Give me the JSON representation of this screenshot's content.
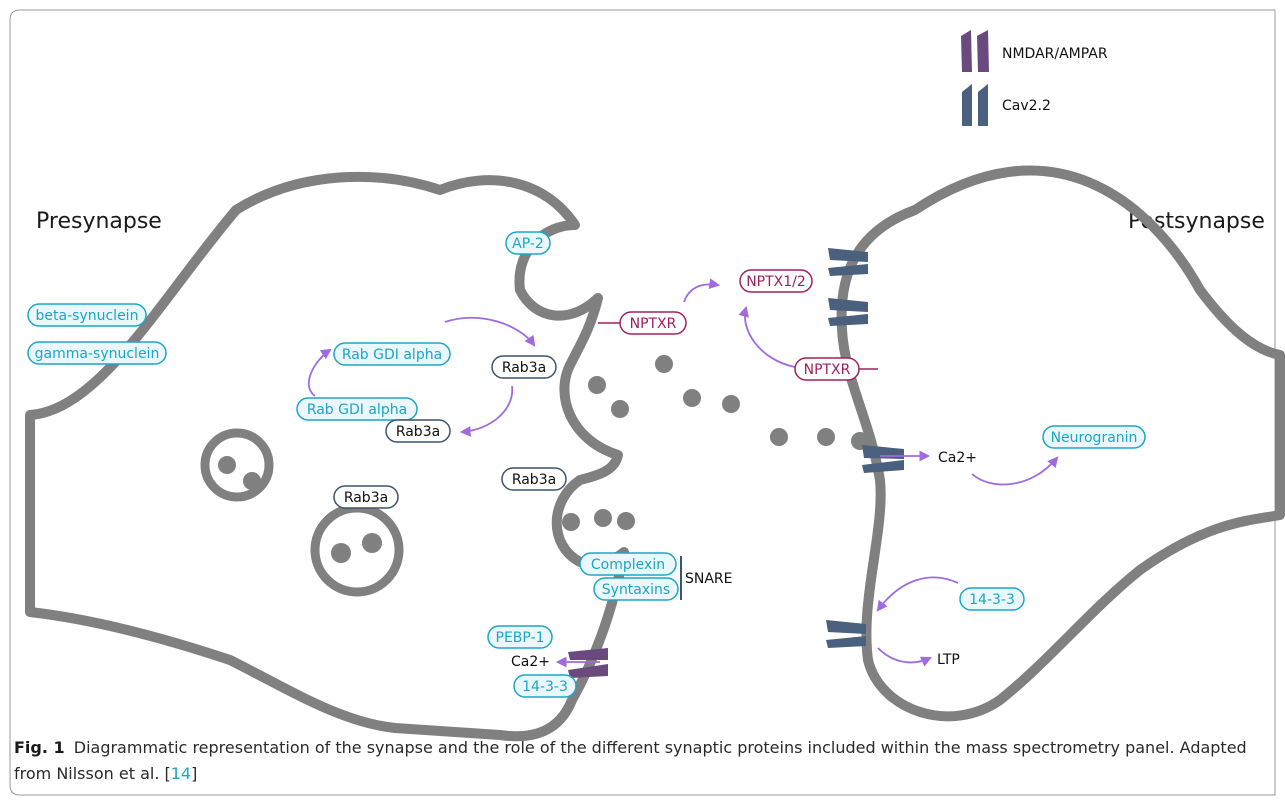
{
  "legend": {
    "receptor1": "NMDAR/AMPAR",
    "receptor2": "Cav2.2"
  },
  "titles": {
    "pre": "Presynapse",
    "post": "Postsynapse"
  },
  "proteins": {
    "ap2": "AP-2",
    "beta_syn": "beta-synuclein",
    "gamma_syn": "gamma-synuclein",
    "rabgdi_top": "Rab GDI alpha",
    "rabgdi_bottom": "Rab GDI alpha",
    "rab3a_1": "Rab3a",
    "rab3a_2": "Rab3a",
    "rab3a_3": "Rab3a",
    "rab3a_4": "Rab3a",
    "nptxr_pre": "NPTXR",
    "nptx12": "NPTX1/2",
    "nptxr_post": "NPTXR",
    "complexin": "Complexin",
    "syntaxins": "Syntaxins",
    "snare": "SNARE",
    "pebp1": "PEBP-1",
    "ca_pre": "Ca2+",
    "p1433_pre": "14-3-3",
    "ca_post": "Ca2+",
    "neurogranin": "Neurogranin",
    "p1433_post": "14-3-3",
    "ltp": "LTP"
  },
  "caption": {
    "fig": "Fig. 1",
    "text": "Diagrammatic representation of the synapse and the role of the different synaptic proteins included within the mass spectrometry panel. Adapted from Nilsson et al. [",
    "ref": "14",
    "close": "]"
  },
  "colors": {
    "membrane": "#808080",
    "cyan": "#1ba6c9",
    "cyan_fill": "#eaf7fb",
    "magenta": "#a0205f",
    "dark": "#3e5468",
    "receptor_purple": "#6a4a7e",
    "receptor_blue": "#4b5f7f",
    "arrow": "#a06ae0"
  }
}
